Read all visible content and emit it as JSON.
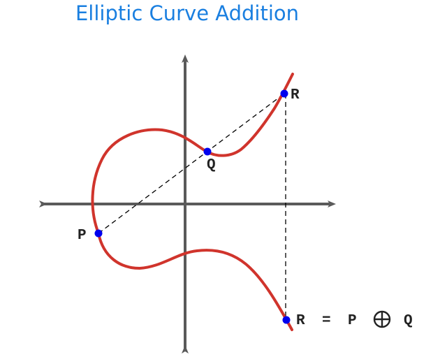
{
  "title": "Elliptic Curve Addition",
  "points": {
    "P": "P",
    "Q": "Q",
    "R": "R"
  },
  "result_label": {
    "lhs": "R",
    "equals": "=",
    "p": "P",
    "q": "Q"
  },
  "colors": {
    "title": "#1a7fe0",
    "curve": "#d0342c",
    "axes": "#5a5a5a",
    "points": "#0000ee",
    "construction_lines": "#000000"
  }
}
